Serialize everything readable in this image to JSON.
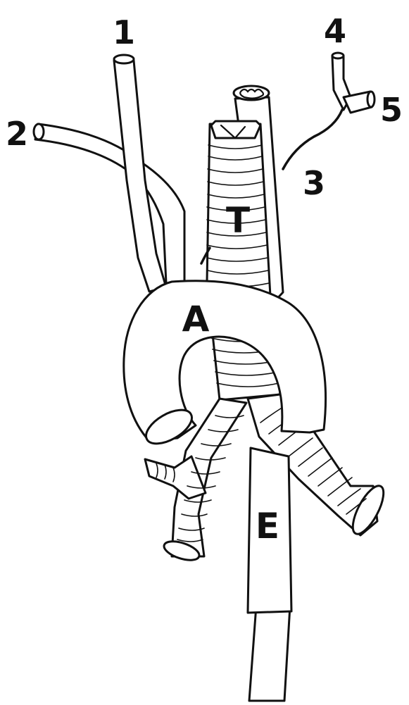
{
  "labels": {
    "n1": "1",
    "n2": "2",
    "n3": "3",
    "n4": "4",
    "n5": "5",
    "T": "T",
    "A": "A",
    "E": "E"
  },
  "colors": {
    "ink": "#111111",
    "paper": "#ffffff"
  }
}
